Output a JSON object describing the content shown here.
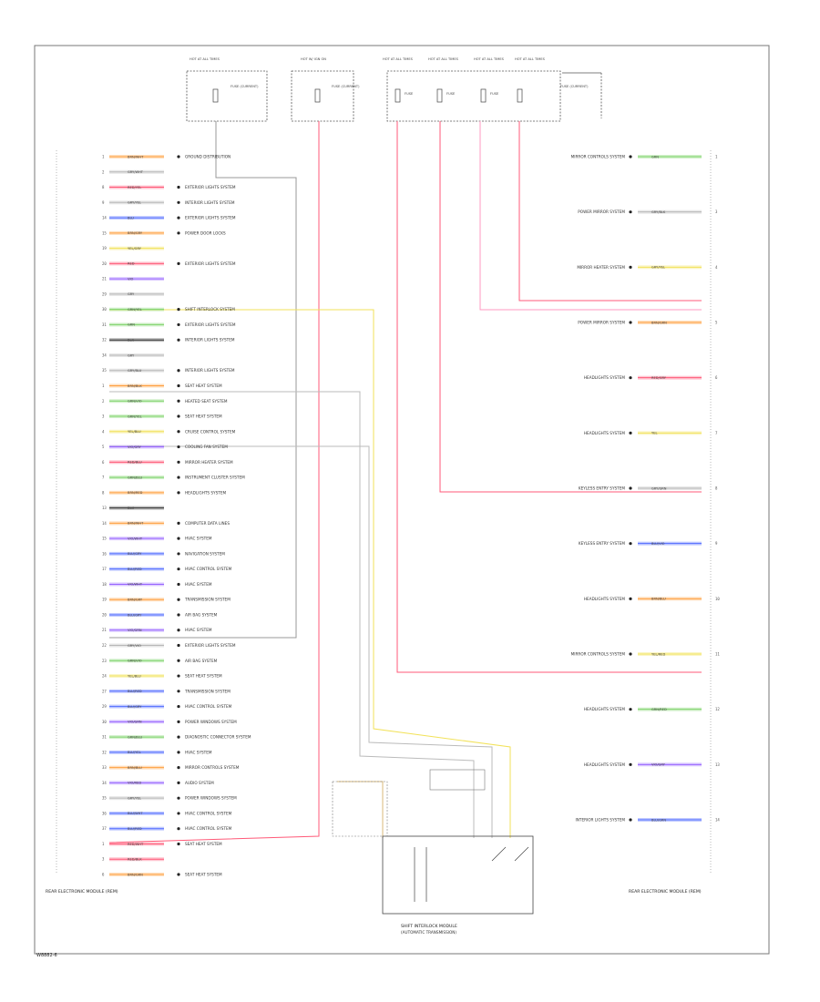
{
  "colors": {
    "red": "#ff5a78",
    "pink": "#ff99c2",
    "yellow": "#f2e25a",
    "orange": "#ffa040",
    "violet": "#9966ff",
    "green": "#7dd36a",
    "blue": "#4f6bff",
    "gray": "#b8b8b8",
    "black": "#333333",
    "tan": "#d8b878",
    "frame": "#666666"
  },
  "fuses": [
    {
      "header": "HOT AT ALL TIMES",
      "label": "FUSE (CURRENT)",
      "id": "F1"
    },
    {
      "header": "HOT W/ IGN ON",
      "label": "FUSE (CURRENT)",
      "id": "F2"
    },
    {
      "header": "HOT AT ALL TIMES",
      "label": "FUSE",
      "id": "F3"
    },
    {
      "header": "HOT AT ALL TIMES",
      "label": "FUSE",
      "id": "F4"
    },
    {
      "header": "HOT AT ALL TIMES",
      "label": "FUSE",
      "id": "F5"
    },
    {
      "header": "HOT AT ALL TIMES",
      "label": "FUSE (CURRENT)",
      "id": "F6"
    }
  ],
  "left_connector": {
    "label": "REAR ELECTRONIC MODULE (REM)",
    "rows": [
      {
        "pin": "1",
        "wire": "BRN/WHT",
        "color": "orange",
        "text": "GROUND DISTRIBUTION"
      },
      {
        "pin": "2",
        "wire": "GRY/WHT",
        "color": "gray",
        "text": ""
      },
      {
        "pin": "8",
        "wire": "RED/YEL",
        "color": "red",
        "text": "EXTERIOR LIGHTS SYSTEM"
      },
      {
        "pin": "9",
        "wire": "GRY/YEL",
        "color": "gray",
        "text": "INTERIOR LIGHTS SYSTEM"
      },
      {
        "pin": "14",
        "wire": "BLU",
        "color": "blue",
        "text": "EXTERIOR LIGHTS SYSTEM"
      },
      {
        "pin": "15",
        "wire": "BRN/GRY",
        "color": "orange",
        "text": "POWER DOOR LOCKS"
      },
      {
        "pin": "19",
        "wire": "YEL/GRY",
        "color": "yellow",
        "text": ""
      },
      {
        "pin": "20",
        "wire": "RED",
        "color": "red",
        "text": "EXTERIOR LIGHTS SYSTEM"
      },
      {
        "pin": "21",
        "wire": "VIO",
        "color": "violet",
        "text": ""
      },
      {
        "pin": "29",
        "wire": "GRY",
        "color": "gray",
        "text": ""
      },
      {
        "pin": "30",
        "wire": "GRN/YEL",
        "color": "green",
        "text": "SHIFT INTERLOCK SYSTEM"
      },
      {
        "pin": "31",
        "wire": "GRN",
        "color": "green",
        "text": "EXTERIOR LIGHTS SYSTEM"
      },
      {
        "pin": "32",
        "wire": "BLK",
        "color": "black",
        "text": "INTERIOR LIGHTS SYSTEM"
      },
      {
        "pin": "34",
        "wire": "GRY",
        "color": "gray",
        "text": ""
      },
      {
        "pin": "35",
        "wire": "GRY/BLU",
        "color": "gray",
        "text": "INTERIOR LIGHTS SYSTEM"
      },
      {
        "pin": "1",
        "wire": "BRN/BLK",
        "color": "orange",
        "text": "SEAT HEAT SYSTEM"
      },
      {
        "pin": "2",
        "wire": "GRN/VIO",
        "color": "green",
        "text": "HEATED SEAT SYSTEM"
      },
      {
        "pin": "3",
        "wire": "GRN/YEL",
        "color": "green",
        "text": "SEAT HEAT SYSTEM"
      },
      {
        "pin": "4",
        "wire": "YEL/BLU",
        "color": "yellow",
        "text": "CRUISE CONTROL SYSTEM"
      },
      {
        "pin": "5",
        "wire": "VIO/GRY",
        "color": "violet",
        "text": "COOLING FAN SYSTEM"
      },
      {
        "pin": "6",
        "wire": "RED/BLU",
        "color": "red",
        "text": "MIRROR HEATER SYSTEM"
      },
      {
        "pin": "7",
        "wire": "GRN/BLU",
        "color": "green",
        "text": "INSTRUMENT CLUSTER SYSTEM"
      },
      {
        "pin": "8",
        "wire": "BRN/RED",
        "color": "orange",
        "text": "HEADLIGHTS SYSTEM"
      },
      {
        "pin": "13",
        "wire": "BLK",
        "color": "black",
        "text": ""
      },
      {
        "pin": "14",
        "wire": "BRN/WHT",
        "color": "orange",
        "text": "COMPUTER DATA LINES"
      },
      {
        "pin": "15",
        "wire": "VIO/WHT",
        "color": "violet",
        "text": "HVAC SYSTEM"
      },
      {
        "pin": "16",
        "wire": "BLU/GRY",
        "color": "blue",
        "text": "NAVIGATION SYSTEM"
      },
      {
        "pin": "17",
        "wire": "BLU/RED",
        "color": "blue",
        "text": "HVAC CONTROL SYSTEM"
      },
      {
        "pin": "18",
        "wire": "VIO/WHT",
        "color": "violet",
        "text": "HVAC SYSTEM"
      },
      {
        "pin": "19",
        "wire": "BRN/GRY",
        "color": "orange",
        "text": "TRANSMISSION SYSTEM"
      },
      {
        "pin": "20",
        "wire": "BLU/GRY",
        "color": "blue",
        "text": "AIR BAG SYSTEM"
      },
      {
        "pin": "21",
        "wire": "VIO/GRN",
        "color": "violet",
        "text": "HVAC SYSTEM"
      },
      {
        "pin": "22",
        "wire": "GRY/VIO",
        "color": "gray",
        "text": "EXTERIOR LIGHTS SYSTEM"
      },
      {
        "pin": "23",
        "wire": "GRN/VIO",
        "color": "green",
        "text": "AIR BAG SYSTEM"
      },
      {
        "pin": "24",
        "wire": "YEL/BLU",
        "color": "yellow",
        "text": "SEAT HEAT SYSTEM"
      },
      {
        "pin": "27",
        "wire": "BLU/RED",
        "color": "blue",
        "text": "TRANSMISSION SYSTEM"
      },
      {
        "pin": "29",
        "wire": "BLU/GRY",
        "color": "blue",
        "text": "HVAC CONTROL SYSTEM"
      },
      {
        "pin": "30",
        "wire": "VIO/GRN",
        "color": "violet",
        "text": "POWER WINDOWS SYSTEM"
      },
      {
        "pin": "31",
        "wire": "GRN/BLU",
        "color": "green",
        "text": "DIAGNOSTIC CONNECTOR SYSTEM"
      },
      {
        "pin": "32",
        "wire": "BLU/YEL",
        "color": "blue",
        "text": "HVAC SYSTEM"
      },
      {
        "pin": "33",
        "wire": "BRN/BLU",
        "color": "orange",
        "text": "MIRROR CONTROLS SYSTEM"
      },
      {
        "pin": "34",
        "wire": "VIO/RED",
        "color": "violet",
        "text": "AUDIO SYSTEM"
      },
      {
        "pin": "35",
        "wire": "GRY/YEL",
        "color": "gray",
        "text": "POWER WINDOWS SYSTEM"
      },
      {
        "pin": "36",
        "wire": "BLU/WHT",
        "color": "blue",
        "text": "HVAC CONTROL SYSTEM"
      },
      {
        "pin": "37",
        "wire": "BLU/RED",
        "color": "blue",
        "text": "HVAC CONTROL SYSTEM"
      },
      {
        "pin": "1",
        "wire": "RED/WHT",
        "color": "red",
        "text": "SEAT HEAT SYSTEM"
      },
      {
        "pin": "3",
        "wire": "RED/BLK",
        "color": "red",
        "text": ""
      },
      {
        "pin": "6",
        "wire": "BRN/GRN",
        "color": "orange",
        "text": "SEAT HEAT SYSTEM"
      }
    ]
  },
  "right_connector": {
    "label": "REAR ELECTRONIC MODULE (REM)",
    "rows": [
      {
        "pin": "1",
        "wire": "GRN",
        "color": "green",
        "text": "MIRROR CONTROLS SYSTEM"
      },
      {
        "pin": "3",
        "wire": "GRY/BLK",
        "color": "gray",
        "text": "POWER MIRROR SYSTEM"
      },
      {
        "pin": "4",
        "wire": "GRY/YEL",
        "color": "yellow",
        "text": "MIRROR HEATER SYSTEM"
      },
      {
        "pin": "5",
        "wire": "BRN/GRN",
        "color": "orange",
        "text": "POWER MIRROR SYSTEM"
      },
      {
        "pin": "6",
        "wire": "RED/GRY",
        "color": "red",
        "text": "HEADLIGHTS SYSTEM"
      },
      {
        "pin": "7",
        "wire": "YEL",
        "color": "yellow",
        "text": "HEADLIGHTS SYSTEM"
      },
      {
        "pin": "8",
        "wire": "GRY/GRN",
        "color": "gray",
        "text": "KEYLESS ENTRY SYSTEM"
      },
      {
        "pin": "9",
        "wire": "BLU/VIO",
        "color": "blue",
        "text": "KEYLESS ENTRY SYSTEM"
      },
      {
        "pin": "10",
        "wire": "BRN/BLU",
        "color": "orange",
        "text": "HEADLIGHTS SYSTEM"
      },
      {
        "pin": "11",
        "wire": "YEL/RED",
        "color": "yellow",
        "text": "MIRROR CONTROLS SYSTEM"
      },
      {
        "pin": "12",
        "wire": "GRN/RED",
        "color": "green",
        "text": "HEADLIGHTS SYSTEM"
      },
      {
        "pin": "13",
        "wire": "VIO/GRY",
        "color": "violet",
        "text": "HEADLIGHTS SYSTEM"
      },
      {
        "pin": "14",
        "wire": "BLU/GRN",
        "color": "blue",
        "text": "INTERIOR LIGHTS SYSTEM"
      }
    ]
  },
  "bottom_module": {
    "label": "SHIFT INTERLOCK MODULE",
    "sublabel": "(AUTOMATIC TRANSMISSION)"
  },
  "footer_code": "W8882-6"
}
